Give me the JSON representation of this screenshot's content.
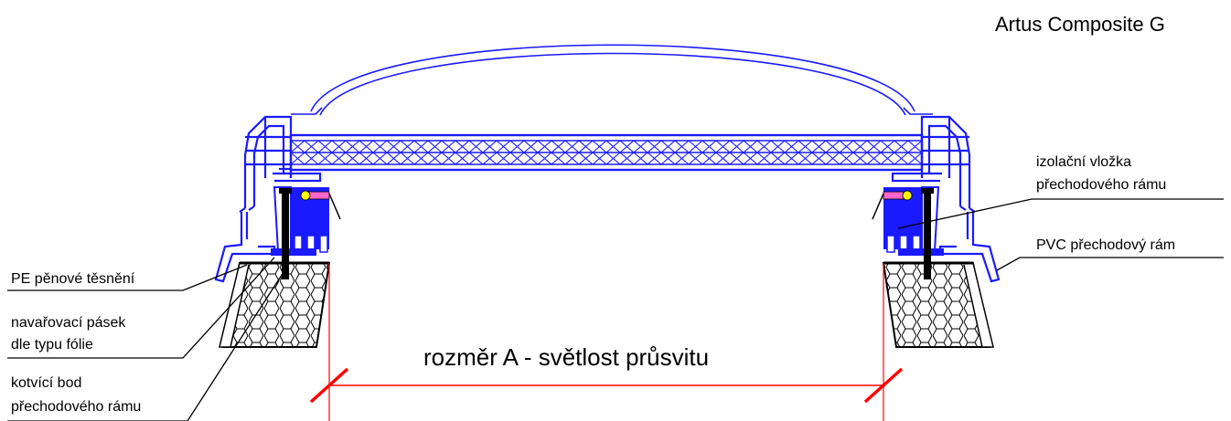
{
  "title": "Artus Composite G",
  "labels": {
    "foam_seal": "PE pěnové těsnění",
    "welding_strip_line1": "navařovací pásek",
    "welding_strip_line2": "dle typu fólie",
    "anchor_line1": "kotvící bod",
    "anchor_line2": "přechodového rámu",
    "insulation_line1": "izolační vložka",
    "insulation_line2": "přechodového rámu",
    "pvc_frame": "PVC přechodový rám"
  },
  "dimension": {
    "label": "rozměr A - světlost průsvitu"
  },
  "colors": {
    "structure": "#1a1aff",
    "dimension": "#ff0000",
    "leader": "#000000",
    "screw": "#ff66cc",
    "washer": "#ffff00"
  }
}
